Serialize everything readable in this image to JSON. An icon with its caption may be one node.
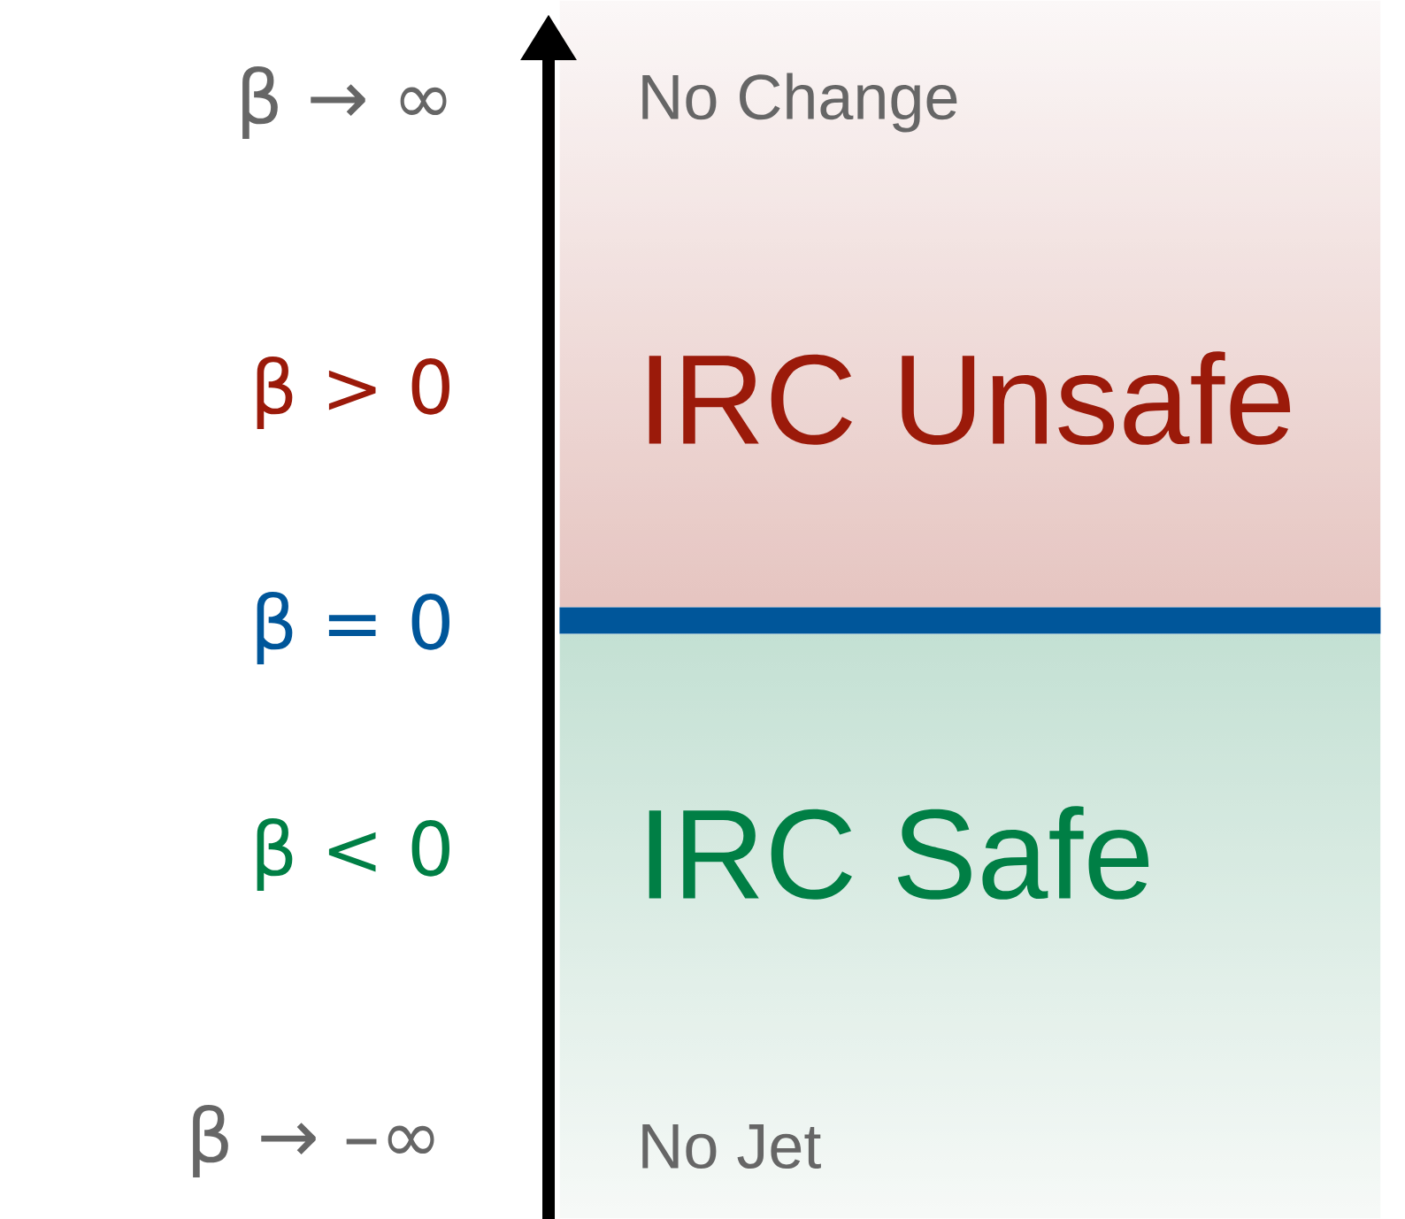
{
  "diagram": {
    "nodes": [
      {
        "text": [
          "No Change",
          "IRC Unsafe"
        ]
      },
      {
        "text": [],
        "shape": "bar"
      },
      {
        "text": [
          "IRC Safe",
          "No Jet"
        ]
      }
    ],
    "labels": [
      "β → ∞",
      "β > 0",
      "β = 0",
      "β < 0",
      "β → –∞"
    ]
  }
}
